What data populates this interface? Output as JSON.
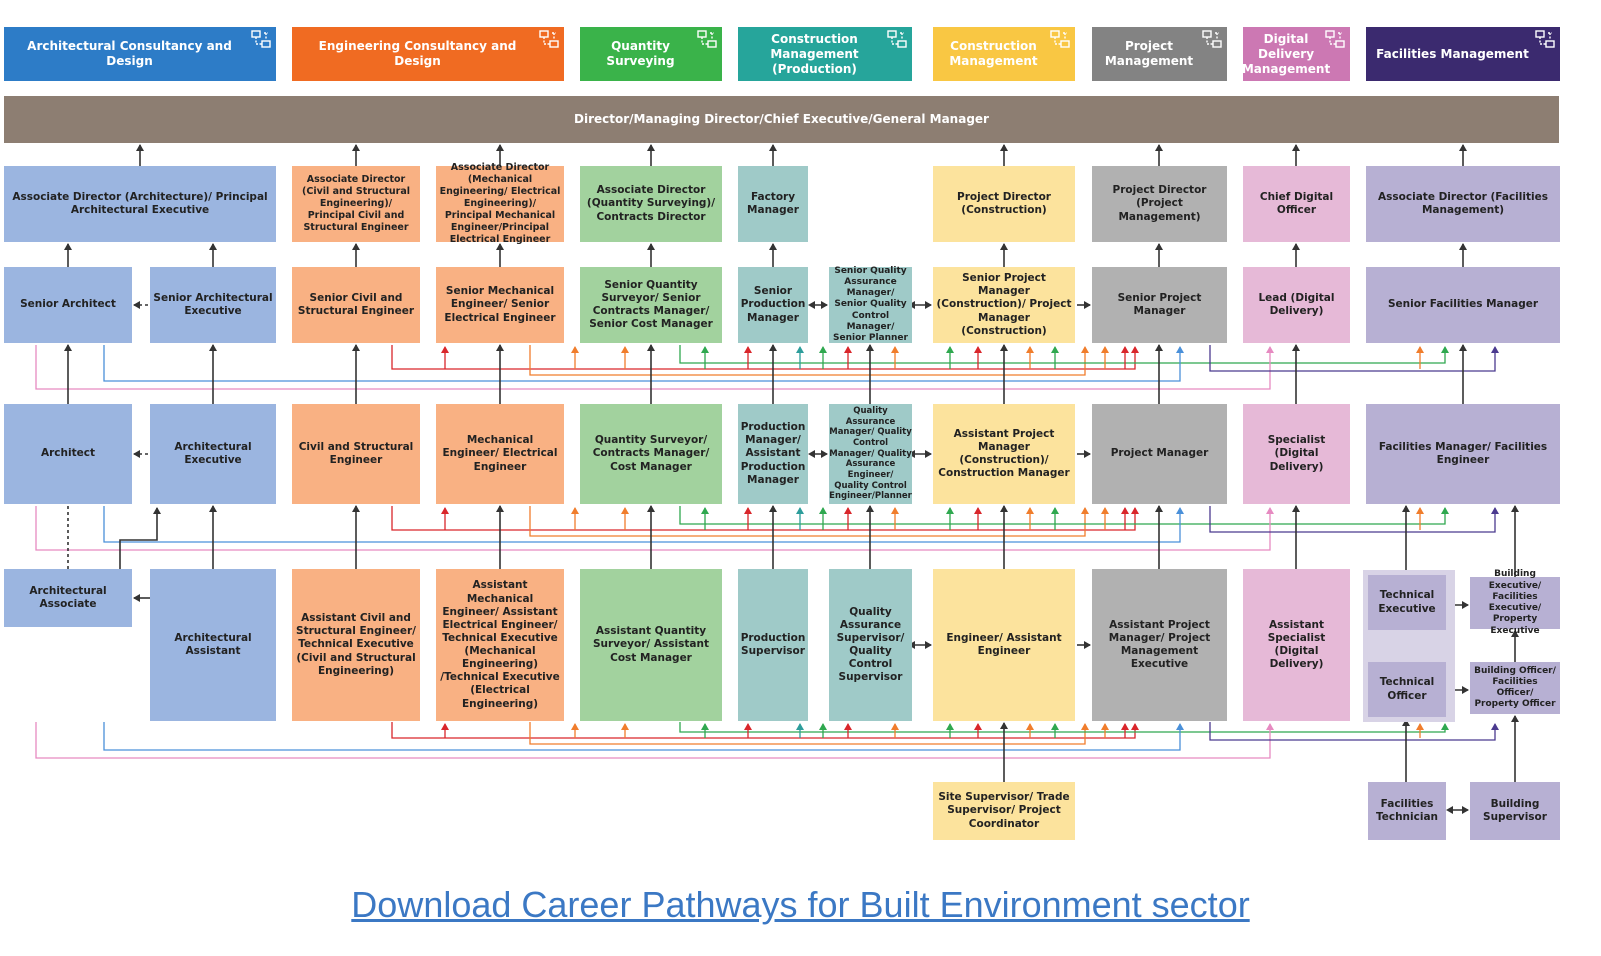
{
  "colors": {
    "arch": "#9bb5e0",
    "eng": "#f9b183",
    "qs": "#a2d29e",
    "cmp": "#9fcac8",
    "cm": "#fce39d",
    "pm": "#b1b1b1",
    "ddm": "#e6b9d7",
    "fm": "#b7b0d3",
    "director": "#8d7e72",
    "group": "#d8d3e6",
    "wire_red": "#d9262b",
    "wire_orange": "#f07d2c",
    "wire_blue": "#4a90d9",
    "wire_green": "#2fa84f",
    "wire_teal": "#2d9d9b",
    "wire_pink": "#e68ac1",
    "wire_purple": "#4b3a8f",
    "wire_dark": "#333333"
  },
  "headers": [
    {
      "id": "h-arch",
      "text": "Architectural Consultancy and Design",
      "color": "#2d7cc7"
    },
    {
      "id": "h-eng",
      "text": "Engineering Consultancy and Design",
      "color": "#f06b22"
    },
    {
      "id": "h-qs",
      "text": "Quantity Surveying",
      "color": "#3ab34a"
    },
    {
      "id": "h-cmp",
      "text": "Construction Management (Production)",
      "color": "#26a59b"
    },
    {
      "id": "h-cm",
      "text": "Construction Management",
      "color": "#f9c743"
    },
    {
      "id": "h-pm",
      "text": "Project Management",
      "color": "#838383"
    },
    {
      "id": "h-ddm",
      "text": "Digital Delivery Management",
      "color": "#cc78b3"
    },
    {
      "id": "h-fm",
      "text": "Facilities Management",
      "color": "#3b2a6f"
    }
  ],
  "director": "Director/Managing Director/Chief Executive/General Manager",
  "roles": {
    "r1_arch": "Associate Director (Architecture)/ Principal Architectural Executive",
    "r1_civ": "Associate Director (Civil and Structural Engineering)/ Principal Civil and Structural Engineer",
    "r1_mech": "Associate Director (Mechanical Engineering/ Electrical Engineering)/ Principal Mechanical Engineer/Principal Electrical Engineer",
    "r1_qs": "Associate Director (Quantity Surveying)/ Contracts Director",
    "r1_fac": "Factory Manager",
    "r1_cm": "Project Director (Construction)",
    "r1_pm": "Project Director (Project Management)",
    "r1_ddm": "Chief Digital Officer",
    "r1_fm": "Associate Director (Facilities Management)",
    "r2_sarch": "Senior Architect",
    "r2_saexe": "Senior Architectural Executive",
    "r2_civ": "Senior Civil and Structural Engineer",
    "r2_mech": "Senior Mechanical Engineer/ Senior Electrical Engineer",
    "r2_qs": "Senior Quantity Surveyor/ Senior Contracts Manager/ Senior Cost Manager",
    "r2_prod": "Senior Production Manager",
    "r2_qa": "Senior Quality Assurance Manager/ Senior Quality Control Manager/ Senior Planner",
    "r2_cm": "Senior Project Manager (Construction)/ Project Manager (Construction)",
    "r2_pm": "Senior Project Manager",
    "r2_ddm": "Lead (Digital Delivery)",
    "r2_fm": "Senior Facilities Manager",
    "r3_arch": "Architect",
    "r3_aexe": "Architectural Executive",
    "r3_civ": "Civil and Structural Engineer",
    "r3_mech": "Mechanical Engineer/ Electrical Engineer",
    "r3_qs": "Quantity Surveyor/ Contracts Manager/ Cost Manager",
    "r3_prod": "Production Manager/ Assistant Production Manager",
    "r3_qa": "Quality Assurance Manager/ Quality Control Manager/ Quality Assurance Engineer/ Quality Control Engineer/Planner",
    "r3_cm": "Assistant Project Manager (Construction)/ Construction Manager",
    "r3_pm": "Project Manager",
    "r3_ddm": "Specialist (Digital Delivery)",
    "r3_fm": "Facilities Manager/ Facilities Engineer",
    "r4_aasoc": "Architectural Associate",
    "r4_aasst": "Architectural Assistant",
    "r4_civ": "Assistant Civil and Structural Engineer/ Technical Executive (Civil and Structural Engineering)",
    "r4_mech": "Assistant Mechanical Engineer/ Assistant Electrical Engineer/ Technical Executive (Mechanical Engineering) /Technical Executive (Electrical Engineering)",
    "r4_qs": "Assistant Quantity Surveyor/ Assistant Cost Manager",
    "r4_prod": "Production Supervisor",
    "r4_qa": "Quality Assurance Supervisor/ Quality Control Supervisor",
    "r4_cm": "Engineer/ Assistant Engineer",
    "r4_pm": "Assistant Project Manager/ Project Management Executive",
    "r4_ddm": "Assistant Specialist (Digital Delivery)",
    "r4_texe": "Technical Executive",
    "r4_tofc": "Technical Officer",
    "r4_bexe": "Building Executive/ Facilities Executive/ Property Executive",
    "r4_bofc": "Building Officer/ Facilities Officer/ Property Officer",
    "r5_site": "Site Supervisor/ Trade Supervisor/ Project Coordinator",
    "r5_ftech": "Facilities Technician",
    "r5_bsup": "Building Supervisor"
  },
  "icon": "network-icon",
  "link_text": "Download Career Pathways for Built Environment sector"
}
